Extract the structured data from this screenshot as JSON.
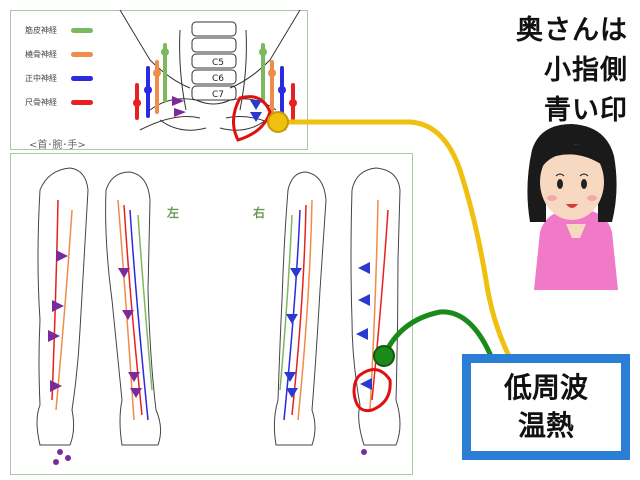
{
  "legend": {
    "items": [
      {
        "label": "筋皮神経",
        "color": "#7cb85e"
      },
      {
        "label": "橈骨神経",
        "color": "#f08c4a"
      },
      {
        "label": "正中神経",
        "color": "#2a2ae0"
      },
      {
        "label": "尺骨神経",
        "color": "#e82020"
      }
    ]
  },
  "neck": {
    "vertebrae": [
      "C5",
      "C6",
      "C7"
    ],
    "caption": "<首･腕･手>"
  },
  "arms": {
    "left_label": "左",
    "right_label": "右"
  },
  "title": {
    "line1": "奥さんは",
    "line2": "小指側",
    "line3": "青い印"
  },
  "treatment": {
    "line1": "低周波",
    "line2": "温熱"
  },
  "colors": {
    "connector_yellow": "#f0c010",
    "connector_green": "#1a8a1a",
    "highlight_red": "#e01010",
    "box_blue": "#2a7fd4"
  }
}
